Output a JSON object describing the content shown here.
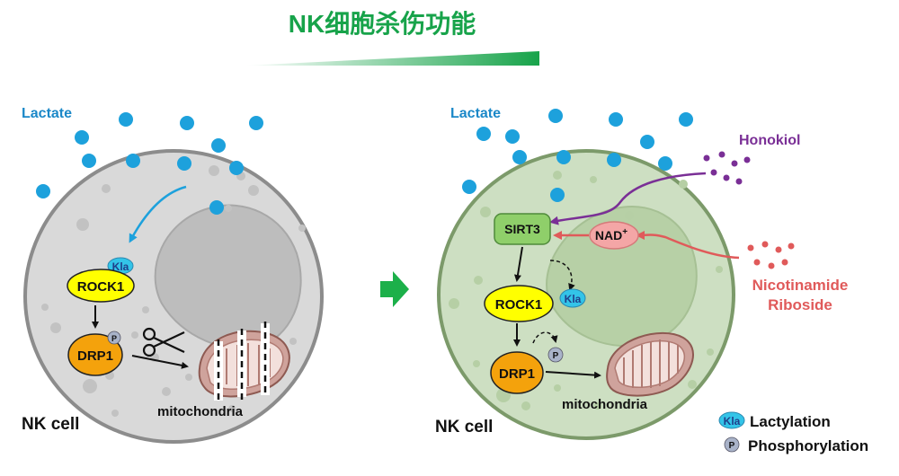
{
  "title": "NK细胞杀伤功能",
  "colors": {
    "title_green": "#17a34a",
    "lactate_blue": "#1da1dc",
    "honokiol_purple": "#7a2f96",
    "nr_red": "#e05a5a",
    "rock1_yellow": "#ffff00",
    "drp1_orange": "#f4a20c",
    "sirt3_green": "#8fcf6a",
    "nad_pink": "#f4a6a6",
    "kla_cyan": "#33c4e8",
    "p_gray": "#a9b3c9",
    "mito_brown": "#b07a72"
  },
  "left_panel": {
    "lactate_label": "Lactate",
    "kla_label": "Kla",
    "rock1_label": "ROCK1",
    "drp1_label": "DRP1",
    "p_label": "P",
    "mitochondria_label": "mitochondria",
    "cell_label": "NK cell"
  },
  "right_panel": {
    "lactate_label": "Lactate",
    "honokiol_label": "Honokiol",
    "sirt3_label": "SIRT3",
    "nad_label": "NAD",
    "nad_sup": "+",
    "nr_label_line1": "Nicotinamide",
    "nr_label_line2": "Riboside",
    "rock1_label": "ROCK1",
    "kla_label": "Kla",
    "drp1_label": "DRP1",
    "p_label": "P",
    "mitochondria_label": "mitochondria",
    "cell_label": "NK cell"
  },
  "legend": {
    "kla_badge": "Kla",
    "lactylation_label": "Lactylation",
    "p_badge": "P",
    "phosphorylation_label": "Phosphorylation"
  }
}
